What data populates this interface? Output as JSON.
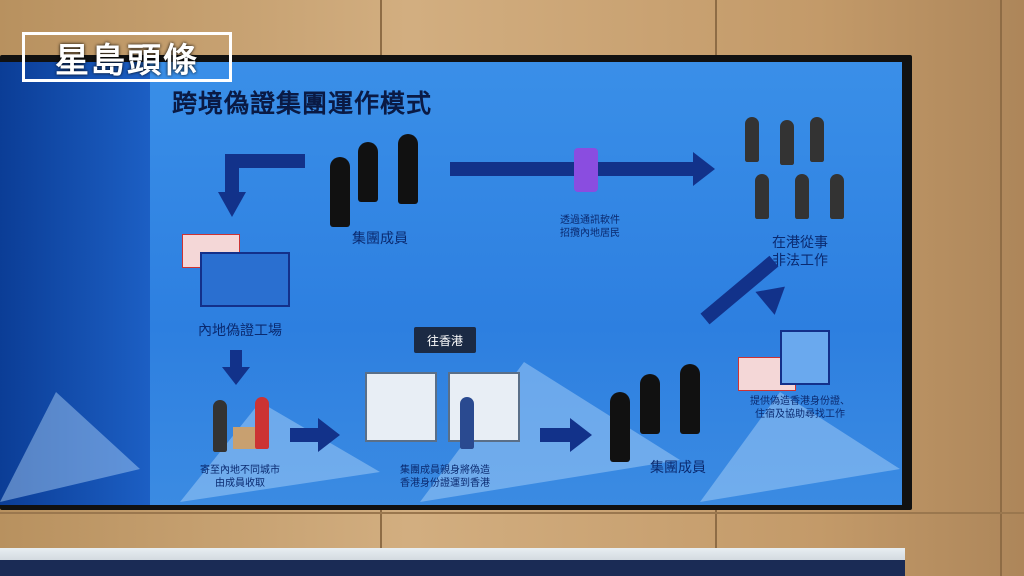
{
  "logo": "星島頭條",
  "slide": {
    "title": "跨境偽證集團運作模式",
    "members_top": "集團成員",
    "recruit": [
      "透過通訊軟件",
      "招攬內地居民"
    ],
    "illegal_work": [
      "在港從事",
      "非法工作"
    ],
    "factory": "內地偽證工場",
    "ship": [
      "寄至內地不同城市",
      "由成員收取"
    ],
    "to_hk_sign": "往香港",
    "carry": [
      "集團成員親身將偽造",
      "香港身份證運到香港"
    ],
    "members_bottom": "集團成員",
    "provide": [
      "提供偽造香港身份證、",
      "住宿及協助尋找工作"
    ]
  },
  "colors": {
    "screen": "#2d7fe0",
    "text": "#0a2a70",
    "arrow": "#12328a"
  }
}
